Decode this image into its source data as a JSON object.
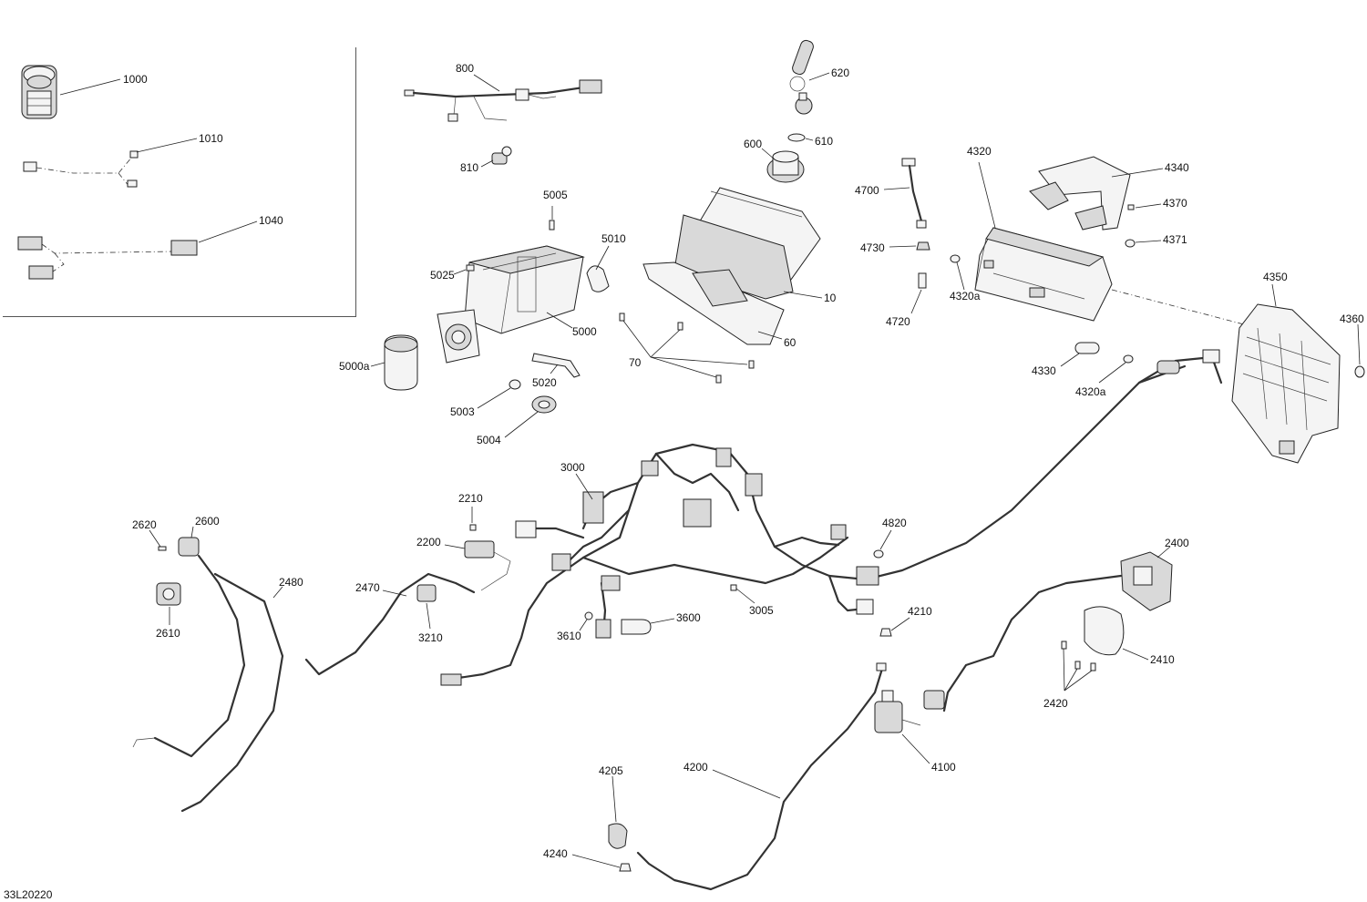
{
  "drawing_code": "33L20220",
  "callouts": {
    "c1000": "1000",
    "c1010": "1010",
    "c1040": "1040",
    "c800": "800",
    "c810": "810",
    "c620": "620",
    "c600": "600",
    "c610": "610",
    "c5005": "5005",
    "c5010": "5010",
    "c5025": "5025",
    "c5000": "5000",
    "c5000a": "5000a",
    "c5020": "5020",
    "c5003": "5003",
    "c5004": "5004",
    "c10": "10",
    "c60": "60",
    "c70": "70",
    "c4700": "4700",
    "c4730": "4730",
    "c4720": "4720",
    "c4320": "4320",
    "c4320a_1": "4320a",
    "c4320a_2": "4320a",
    "c4340": "4340",
    "c4370": "4370",
    "c4371": "4371",
    "c4350": "4350",
    "c4360": "4360",
    "c4330": "4330",
    "c3000": "3000",
    "c2210": "2210",
    "c2200": "2200",
    "c2620": "2620",
    "c2600": "2600",
    "c2610": "2610",
    "c2480": "2480",
    "c2470": "2470",
    "c3210": "3210",
    "c4820": "4820",
    "c3005": "3005",
    "c3610": "3610",
    "c3600": "3600",
    "c4210": "4210",
    "c2400": "2400",
    "c2410": "2410",
    "c2420": "2420",
    "c4100": "4100",
    "c4200": "4200",
    "c4205": "4205",
    "c4240": "4240"
  },
  "icons": [
    "cigarette-lighter-socket-icon",
    "ignition-key-icon",
    "gauge-cluster-icon",
    "battery-icon",
    "wiring-harness-icon",
    "connector-icon",
    "relay-icon",
    "fuse-box-icon"
  ]
}
